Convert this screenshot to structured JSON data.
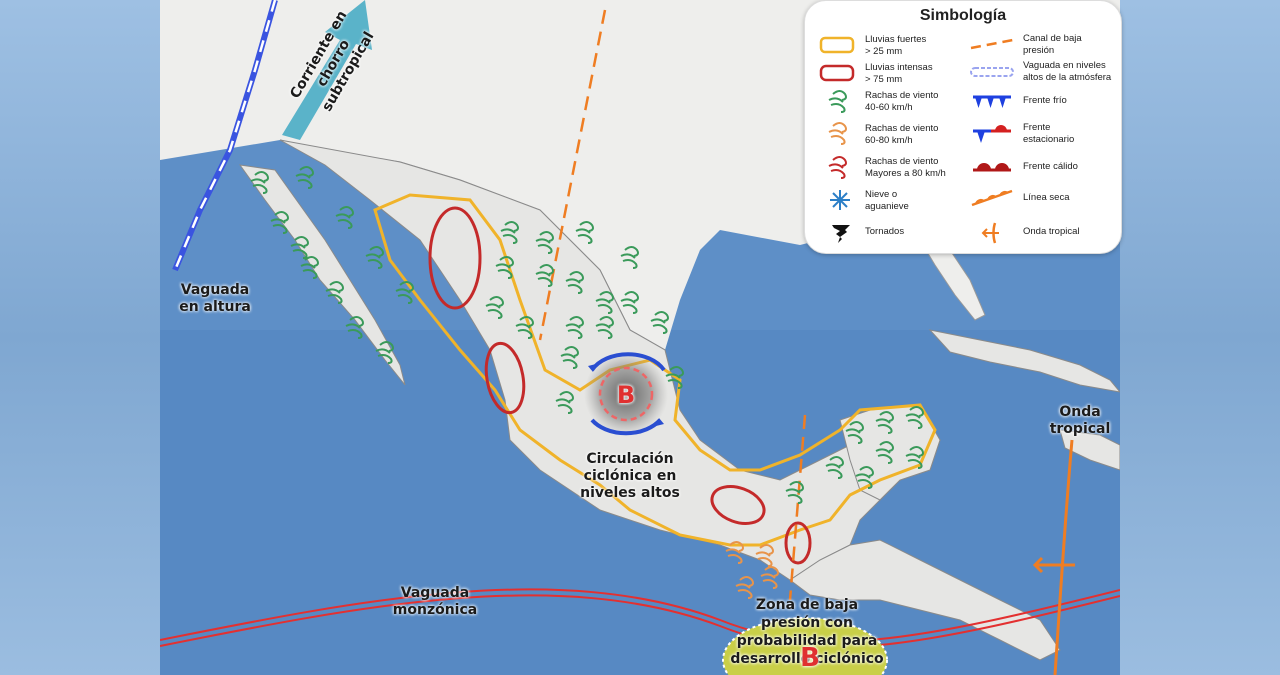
{
  "map": {
    "labels": {
      "jet": "Corriente en chorro subtropical",
      "trough_aloft": "Vaguada en altura",
      "cyclonic": "Circulación ciclónica en niveles altos",
      "monsoon": "Vaguada monzónica",
      "tropical_wave": "Onda tropical",
      "low_zone": "Zona de baja presión con probabilidad para desarrollo ciclónico",
      "low_letter_center": "B",
      "low_letter_south": "B"
    },
    "colors": {
      "ocean": "#5e8fc7",
      "land": "#e6e6e4",
      "usa": "#eeeeec",
      "heavy_rain": "#f0b32a",
      "intense_rain": "#c42a2a",
      "wind_green": "#3a9a5a",
      "wind_orange": "#e8944a",
      "tropical_wave": "#ef7d22",
      "monsoon_trough": "#e33030",
      "trough_blue": "#3a54e0",
      "low_zone_fill": "#c9cf48"
    }
  },
  "legend": {
    "title": "Simbología",
    "items": [
      {
        "icon": "heavy-rain-outline-icon",
        "text": "Lluvias fuertes\n> 25 mm"
      },
      {
        "icon": "intense-rain-outline-icon",
        "text": "Lluvias intensas\n> 75 mm"
      },
      {
        "icon": "wind-40-60-icon",
        "text": "Rachas de viento\n40-60 km/h"
      },
      {
        "icon": "wind-60-80-icon",
        "text": "Rachas de viento\n60-80 km/h"
      },
      {
        "icon": "wind-over-80-icon",
        "text": "Rachas de viento\nMayores a 80 km/h"
      },
      {
        "icon": "snowflake-icon",
        "text": "Nieve o\naguanieve"
      },
      {
        "icon": "tornado-icon",
        "text": "Tornados"
      },
      {
        "icon": "low-pressure-channel-icon",
        "text": "Canal de baja\npresión"
      },
      {
        "icon": "upper-trough-icon",
        "text": "Vaguada en niveles\naltos de la atmósfera"
      },
      {
        "icon": "cold-front-icon",
        "text": "Frente frío"
      },
      {
        "icon": "stationary-front-icon",
        "text": "Frente\nestacionario"
      },
      {
        "icon": "warm-front-icon",
        "text": "Frente cálido"
      },
      {
        "icon": "dry-line-icon",
        "text": "Línea seca"
      },
      {
        "icon": "tropical-wave-icon",
        "text": "Onda tropical"
      }
    ]
  }
}
